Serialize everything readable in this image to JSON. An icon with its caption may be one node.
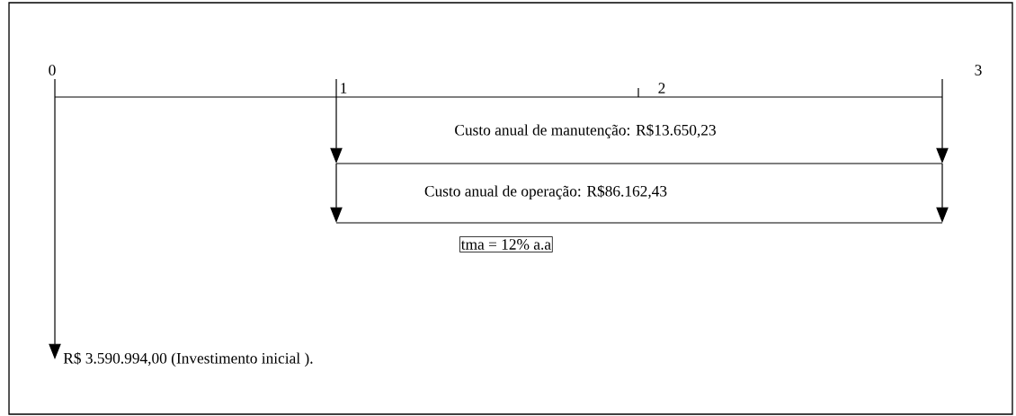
{
  "diagram": {
    "nodes": [
      {
        "text": [
          "tma = 12% a.a"
        ]
      }
    ],
    "labels": [
      "0",
      "1",
      "2",
      "3",
      "Custo anual de manutenção: R$13.650,23",
      "Custo anual de operação: R$86.162,43",
      "R$ 3.590.994,00 (Investimento inicial )."
    ]
  }
}
